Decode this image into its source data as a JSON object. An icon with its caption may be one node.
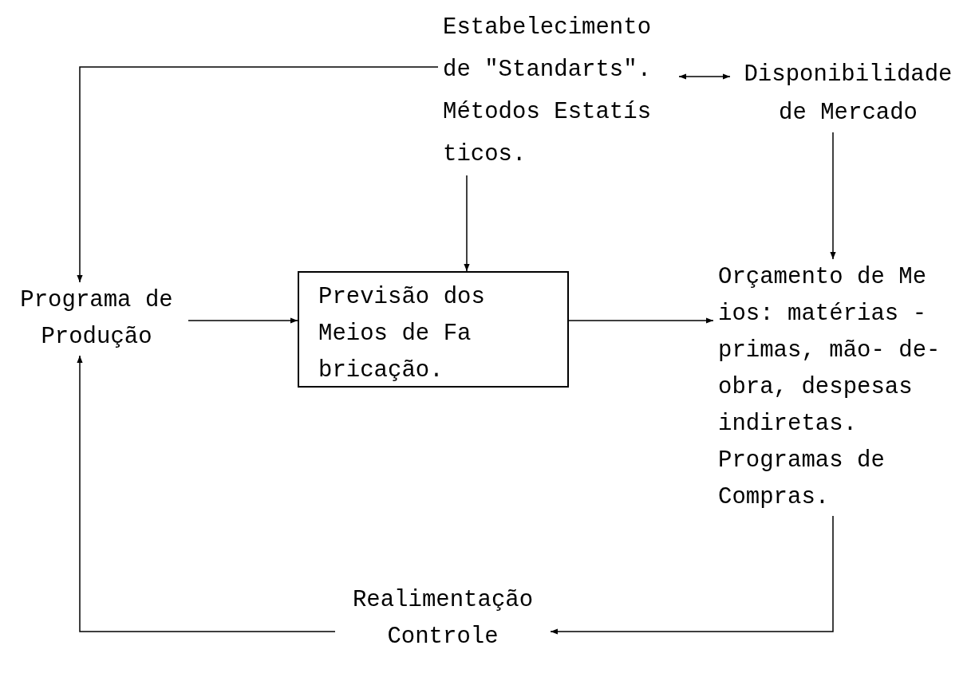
{
  "diagram": {
    "nodes": [
      {
        "text": [
          "Estabelecimento de \"Standarts\". Métodos Estatís ticos."
        ]
      },
      {
        "text": [
          "Disponibilidade de Mercado"
        ]
      },
      {
        "text": [
          "Programa de Produção"
        ]
      },
      {
        "text": [
          "Previsão dos Meios de Fa bricação."
        ]
      },
      {
        "text": [
          "Orçamento de Me ios: matérias - primas, mão- de- obra, despesas indiretas.",
          "Programas de Compras."
        ]
      },
      {
        "text": [
          "Realimentação Controle"
        ]
      }
    ],
    "edges": [
      {
        "from": 0,
        "to": 2,
        "arrow": "to"
      },
      {
        "from": 0,
        "to": 1,
        "arrow": "both"
      },
      {
        "from": 0,
        "to": 3,
        "arrow": "to"
      },
      {
        "from": 1,
        "to": 4,
        "arrow": "to"
      },
      {
        "from": 2,
        "to": 3,
        "arrow": "to"
      },
      {
        "from": 3,
        "to": 4,
        "arrow": "to"
      },
      {
        "from": 4,
        "to": 5,
        "arrow": "to"
      },
      {
        "from": 5,
        "to": 2,
        "arrow": "to"
      }
    ]
  }
}
